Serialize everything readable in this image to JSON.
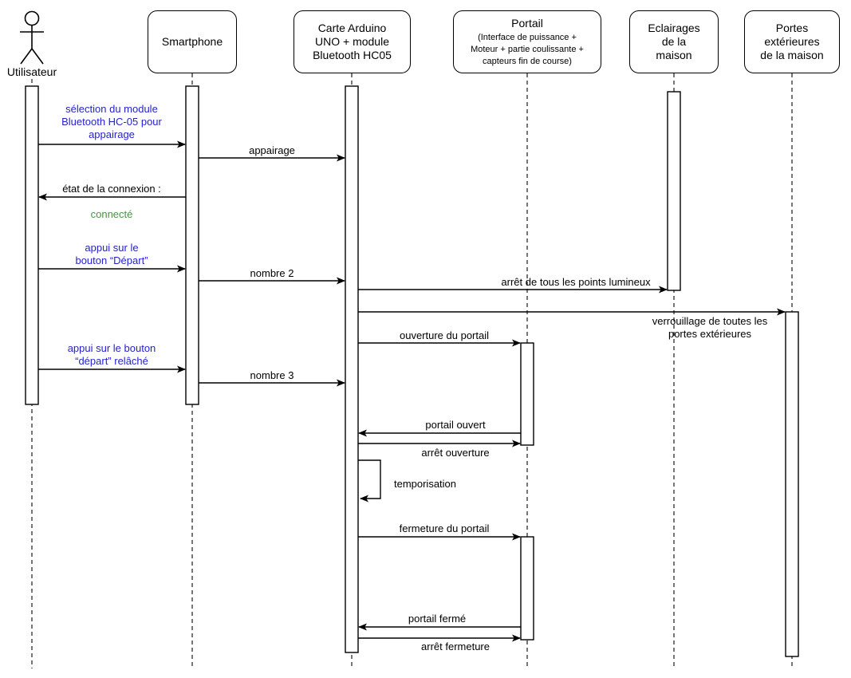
{
  "colors": {
    "accent_blue": "#2323cc",
    "status_green": "#4a9144",
    "line_black": "#000000"
  },
  "participants": {
    "utilisateur": {
      "type": "actor",
      "label": "Utilisateur"
    },
    "smartphone": {
      "type": "box",
      "label": "Smartphone"
    },
    "arduino": {
      "type": "box",
      "label": "Carte Arduino\nUNO + module\nBluetooth HC05"
    },
    "portail": {
      "type": "box",
      "title": "Portail",
      "subtitle": "(Interface de puissance +\nMoteur + partie coulissante +\ncapteurs fin de course)"
    },
    "eclairages": {
      "type": "box",
      "label": "Eclairages\nde la\nmaison"
    },
    "portes": {
      "type": "box",
      "label": "Portes\nextérieures\nde la maison"
    }
  },
  "messages": [
    {
      "label": "sélection du module\nBluetooth HC-05 pour\nappairage",
      "from": "utilisateur",
      "to": "smartphone",
      "color": "blue"
    },
    {
      "label": "appairage",
      "from": "smartphone",
      "to": "arduino",
      "color": "black"
    },
    {
      "label": "état de la connexion :",
      "status": "connecté",
      "from": "smartphone",
      "to": "utilisateur",
      "color": "black",
      "status_color": "green"
    },
    {
      "label": "appui sur le\nbouton “Départ”",
      "from": "utilisateur",
      "to": "smartphone",
      "color": "blue"
    },
    {
      "label": "nombre 2",
      "from": "smartphone",
      "to": "arduino",
      "color": "black"
    },
    {
      "label": "arrêt de tous les points lumineux",
      "from": "arduino",
      "to": "eclairages",
      "color": "black"
    },
    {
      "label": "verrouillage de toutes les\nportes extérieures",
      "from": "arduino",
      "to": "portes",
      "color": "black"
    },
    {
      "label": "ouverture du portail",
      "from": "arduino",
      "to": "portail",
      "color": "black"
    },
    {
      "label": "appui sur le bouton\n“départ” relâché",
      "from": "utilisateur",
      "to": "smartphone",
      "color": "blue"
    },
    {
      "label": "nombre 3",
      "from": "smartphone",
      "to": "arduino",
      "color": "black"
    },
    {
      "label": "portail ouvert",
      "from": "portail",
      "to": "arduino",
      "color": "black"
    },
    {
      "label": "arrêt ouverture",
      "from": "arduino",
      "to": "portail",
      "color": "black"
    },
    {
      "label": "temporisation",
      "from": "arduino",
      "to": "arduino",
      "self": true,
      "color": "black"
    },
    {
      "label": "fermeture du portail",
      "from": "arduino",
      "to": "portail",
      "color": "black"
    },
    {
      "label": "portail fermé",
      "from": "portail",
      "to": "arduino",
      "color": "black"
    },
    {
      "label": "arrêt fermeture",
      "from": "arduino",
      "to": "portail",
      "color": "black"
    }
  ]
}
